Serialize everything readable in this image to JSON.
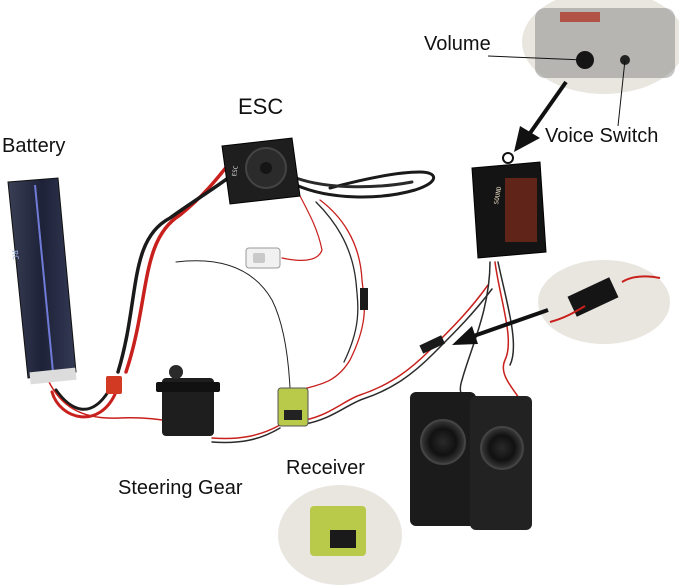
{
  "labels": {
    "battery": "Battery",
    "esc": "ESC",
    "volume": "Volume",
    "voice_switch": "Voice Switch",
    "steering_gear": "Steering Gear",
    "receiver": "Receiver"
  },
  "markings": {
    "battery_brand": "RC",
    "esc_brand": "ESC",
    "sound_module_brand": "SOUND"
  },
  "colors": {
    "background": "#ffffff",
    "wire_red": "#c8201c",
    "wire_black": "#1a1a1a",
    "component_black": "#1e1e1e",
    "callout_bg": "#e9e6e0",
    "arrow": "#111111",
    "receiver_pcb": "#b9c94a"
  }
}
